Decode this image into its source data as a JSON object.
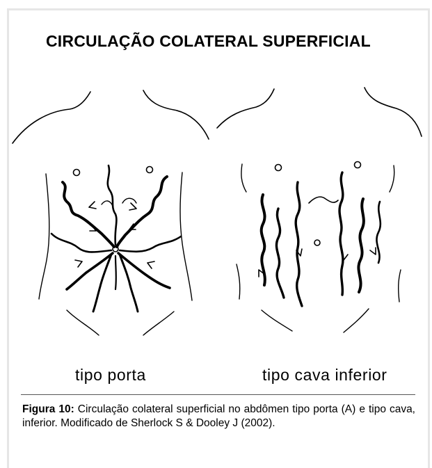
{
  "figure": {
    "title": "CIRCULAÇÃO COLATERAL SUPERFICIAL",
    "labels": {
      "left": "tipo porta",
      "right": "tipo cava inferior"
    },
    "caption": {
      "label": "Figura 10:",
      "text": " Circulação colateral superficial no abdômen tipo porta (A) e tipo cava, inferior. Modificado de Sherlock S & Dooley J (2002)."
    }
  }
}
